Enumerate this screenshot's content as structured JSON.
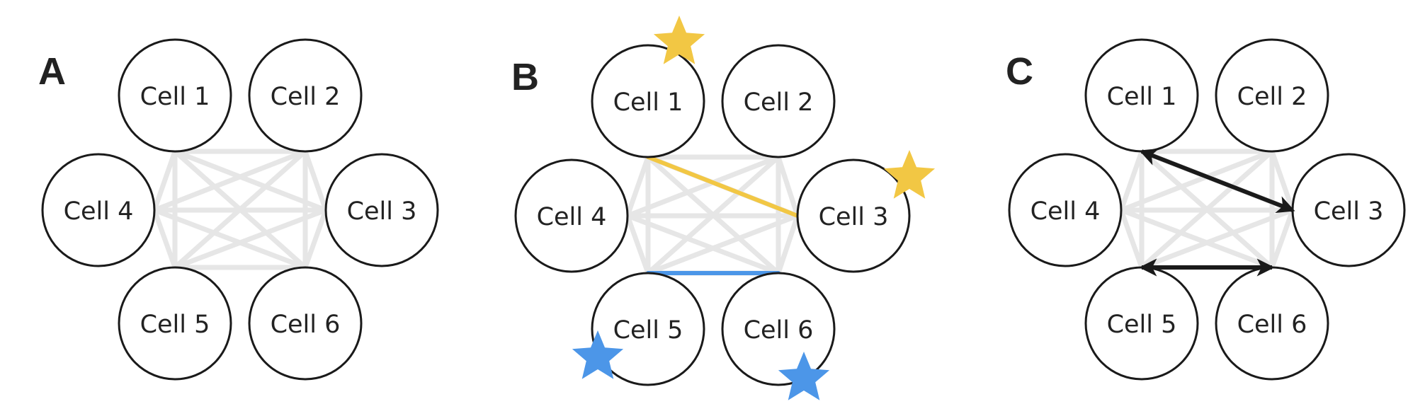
{
  "colors": {
    "background": "#ffffff",
    "cell_stroke": "#1a1a1a",
    "cell_fill": "#ffffff",
    "grey_edge": "#e6e6e6",
    "yellow": "#f2c744",
    "blue": "#4c96e8",
    "arrow": "#1a1a1a"
  },
  "panels": [
    {
      "label": "A",
      "cells": [
        {
          "id": 1,
          "label": "Cell 1"
        },
        {
          "id": 2,
          "label": "Cell 2"
        },
        {
          "id": 3,
          "label": "Cell 3"
        },
        {
          "id": 4,
          "label": "Cell 4"
        },
        {
          "id": 5,
          "label": "Cell 5"
        },
        {
          "id": 6,
          "label": "Cell 6"
        }
      ],
      "edges": "all-pairs",
      "highlights": [],
      "stars": [],
      "arrows": []
    },
    {
      "label": "B",
      "cells": [
        {
          "id": 1,
          "label": "Cell 1"
        },
        {
          "id": 2,
          "label": "Cell 2"
        },
        {
          "id": 3,
          "label": "Cell 3"
        },
        {
          "id": 4,
          "label": "Cell 4"
        },
        {
          "id": 5,
          "label": "Cell 5"
        },
        {
          "id": 6,
          "label": "Cell 6"
        }
      ],
      "edges": "all-pairs",
      "highlights": [
        {
          "from": 1,
          "to": 3,
          "color": "yellow"
        },
        {
          "from": 5,
          "to": 6,
          "color": "blue"
        }
      ],
      "stars": [
        {
          "cell": 1,
          "color": "yellow"
        },
        {
          "cell": 3,
          "color": "yellow"
        },
        {
          "cell": 5,
          "color": "blue"
        },
        {
          "cell": 6,
          "color": "blue"
        }
      ],
      "arrows": []
    },
    {
      "label": "C",
      "cells": [
        {
          "id": 1,
          "label": "Cell 1"
        },
        {
          "id": 2,
          "label": "Cell 2"
        },
        {
          "id": 3,
          "label": "Cell 3"
        },
        {
          "id": 4,
          "label": "Cell 4"
        },
        {
          "id": 5,
          "label": "Cell 5"
        },
        {
          "id": 6,
          "label": "Cell 6"
        }
      ],
      "edges": "all-pairs",
      "highlights": [],
      "stars": [],
      "arrows": [
        {
          "from": 1,
          "to": 3,
          "bidirectional": true
        },
        {
          "from": 5,
          "to": 6,
          "bidirectional": true
        }
      ]
    }
  ]
}
